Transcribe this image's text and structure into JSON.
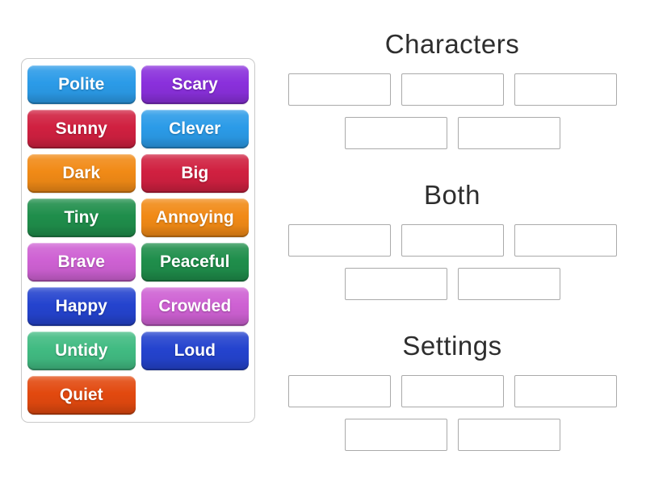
{
  "colors": {
    "background": "#ffffff",
    "panel_border": "#c9c9c9",
    "slot_border": "#aaaaaa",
    "heading_text": "#2e2e2e",
    "tile_text": "#ffffff"
  },
  "tiles": {
    "items": [
      {
        "label": "Polite",
        "color": "#2b9be8"
      },
      {
        "label": "Scary",
        "color": "#8a30dc"
      },
      {
        "label": "Sunny",
        "color": "#d02040"
      },
      {
        "label": "Clever",
        "color": "#2b9be8"
      },
      {
        "label": "Dark",
        "color": "#f18a16"
      },
      {
        "label": "Big",
        "color": "#d02040"
      },
      {
        "label": "Tiny",
        "color": "#1f8e4b"
      },
      {
        "label": "Annoying",
        "color": "#f18a16"
      },
      {
        "label": "Brave",
        "color": "#ce61d3"
      },
      {
        "label": "Peaceful",
        "color": "#1f8e4b"
      },
      {
        "label": "Happy",
        "color": "#2443ce"
      },
      {
        "label": "Crowded",
        "color": "#ce61d3"
      },
      {
        "label": "Untidy",
        "color": "#41bb82"
      },
      {
        "label": "Loud",
        "color": "#2443ce"
      },
      {
        "label": "Quiet",
        "color": "#e2490f"
      }
    ]
  },
  "groups": [
    {
      "title": "Characters",
      "slots_row1": 3,
      "slots_row2": 2
    },
    {
      "title": "Both",
      "slots_row1": 3,
      "slots_row2": 2
    },
    {
      "title": "Settings",
      "slots_row1": 3,
      "slots_row2": 2
    }
  ]
}
